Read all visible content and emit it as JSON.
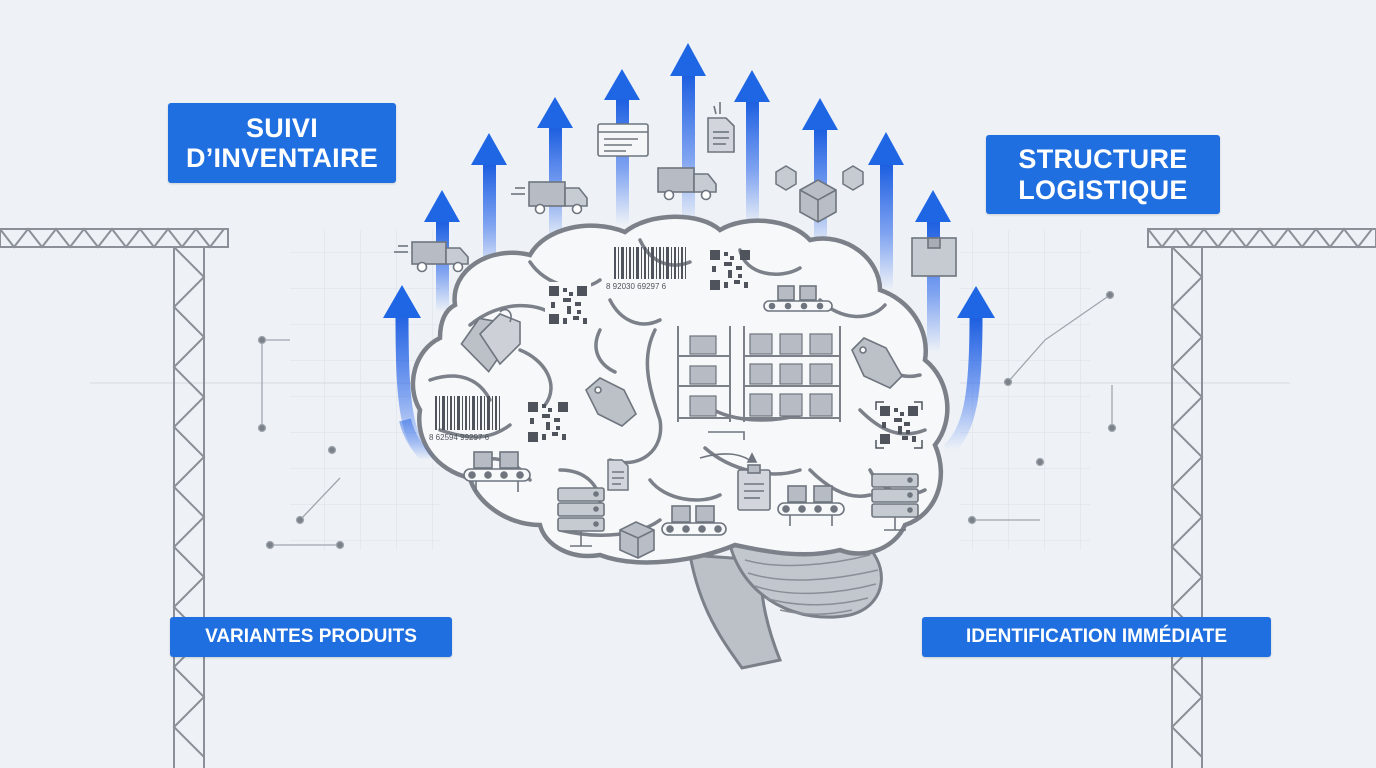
{
  "labels": {
    "inventory_tracking": "SUIVI\nD’INVENTAIRE",
    "logistics_structure": "STRUCTURE\nLOGISTIQUE",
    "product_variants": "VARIANTES PRODUITS",
    "instant_identification": "IDENTIFICATION IMMÉDIATE"
  },
  "barcodes": {
    "top": "8   92030  69297   6",
    "left": "8   62594  99297   6"
  },
  "icons": [
    "brain-icon",
    "barcode-icon",
    "qr-code-icon",
    "price-tag-icon",
    "warehouse-rack-icon",
    "conveyor-icon",
    "server-icon",
    "box-icon",
    "truck-icon",
    "document-icon",
    "browser-window-icon",
    "up-arrow-icon",
    "truss-icon"
  ],
  "colors": {
    "accent": "#1f6fe0",
    "arrow": "#2563eb",
    "line": "#7b8089",
    "background": "#eef2f7",
    "truss": "#8b9098"
  }
}
